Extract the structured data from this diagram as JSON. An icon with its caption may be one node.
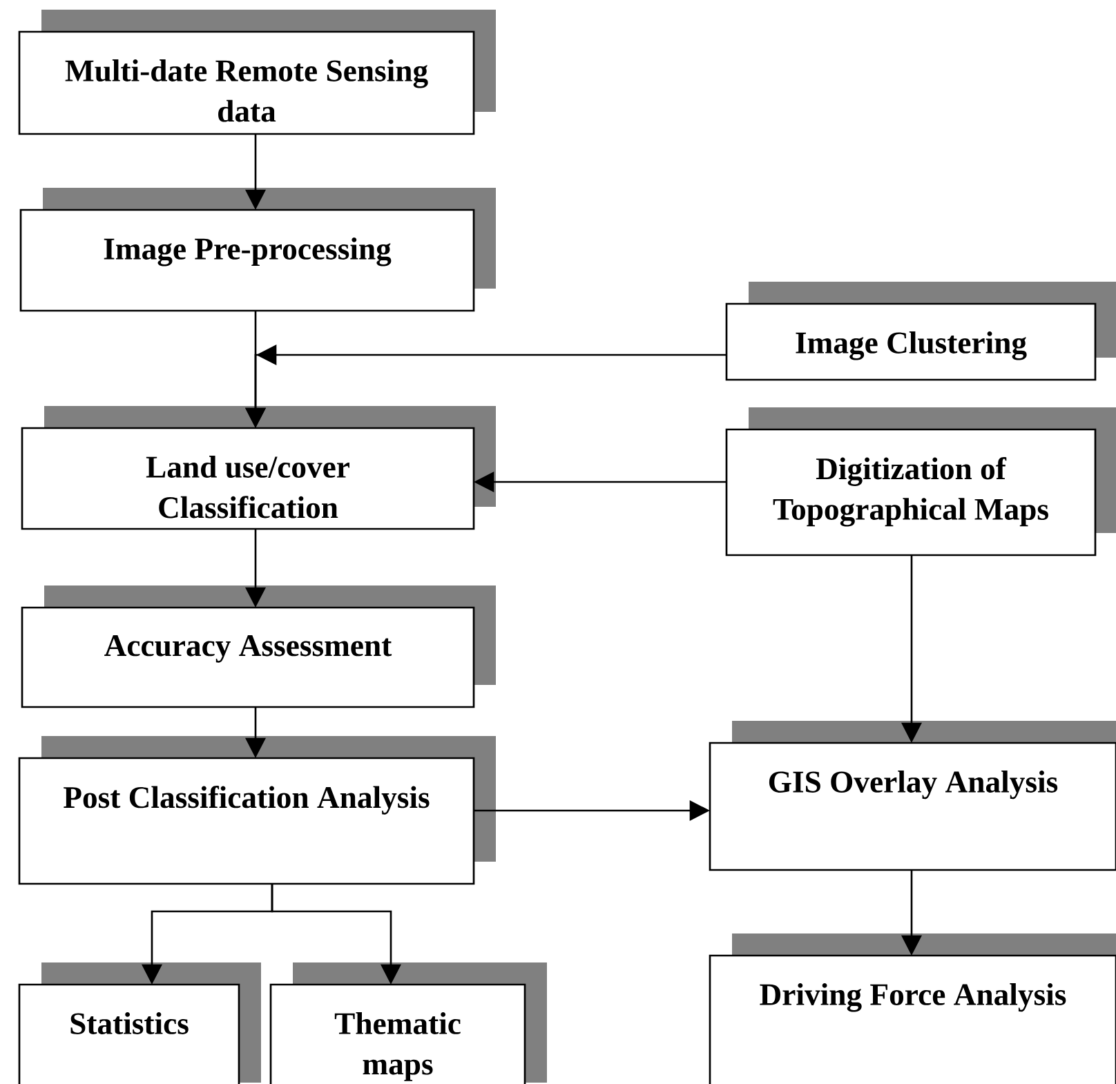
{
  "diagram": {
    "nodes": [
      {
        "text": [
          "Multi-date Remote Sensing data"
        ]
      },
      {
        "text": [
          "Image Pre-processing"
        ]
      },
      {
        "text": [
          "Land use/cover Classification"
        ]
      },
      {
        "text": [
          "Accuracy Assessment"
        ]
      },
      {
        "text": [
          "Post Classification Analysis"
        ]
      },
      {
        "text": [
          "Statistics"
        ]
      },
      {
        "text": [
          "Thematic maps"
        ]
      },
      {
        "text": [
          "Image Clustering"
        ]
      },
      {
        "text": [
          "Digitization of Topographical Maps"
        ]
      },
      {
        "text": [
          "GIS Overlay Analysis"
        ]
      },
      {
        "text": [
          "Driving Force Analysis"
        ]
      }
    ],
    "edges": [
      {
        "from": 0,
        "to": 1,
        "arrow": "to"
      },
      {
        "from": 1,
        "to": 2,
        "arrow": "to"
      },
      {
        "from": 7,
        "to": 2,
        "arrow": "to"
      },
      {
        "from": 8,
        "to": 2,
        "arrow": "to"
      },
      {
        "from": 2,
        "to": 3,
        "arrow": "to"
      },
      {
        "from": 3,
        "to": 4,
        "arrow": "to"
      },
      {
        "from": 4,
        "to": 9,
        "arrow": "to"
      },
      {
        "from": 8,
        "to": 9,
        "arrow": "to"
      },
      {
        "from": 4,
        "to": 5,
        "arrow": "to"
      },
      {
        "from": 4,
        "to": 6,
        "arrow": "to"
      },
      {
        "from": 9,
        "to": 10,
        "arrow": "to"
      }
    ]
  }
}
